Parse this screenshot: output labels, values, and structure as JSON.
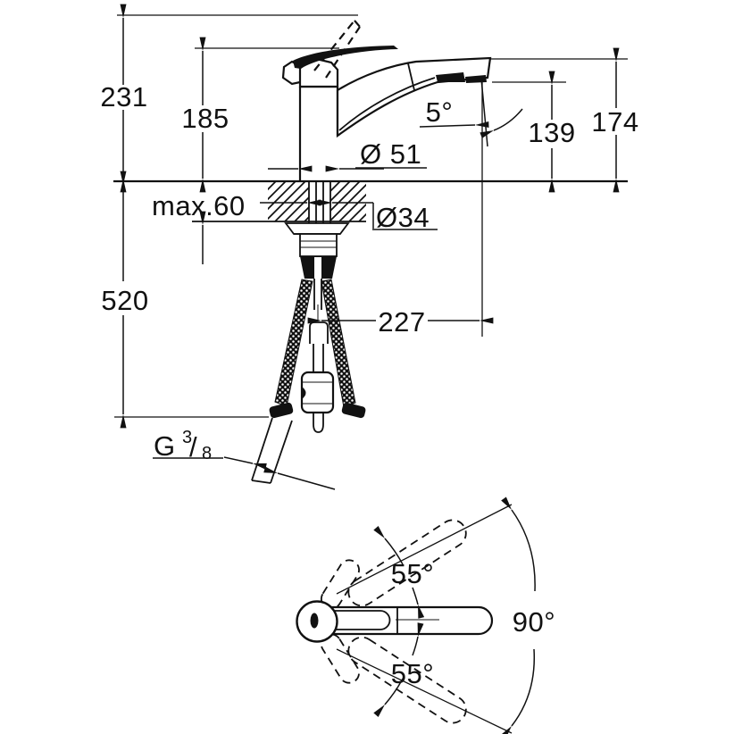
{
  "drawing": {
    "type": "faucet-installation-dimension-drawing",
    "units": "mm",
    "side_view": {
      "labels": {
        "overall_height": "231",
        "body_height": "185",
        "spout_tilt_angle": "5°",
        "outlet_height": "139",
        "spout_top_height": "174",
        "body_diameter": "Ø 51",
        "max_deck_thickness": "max.60",
        "hole_diameter": "Ø34",
        "below_deck_length": "520",
        "spout_reach": "227",
        "thread": {
          "g": "G",
          "numerator": "3",
          "slash": "/",
          "denominator": "8"
        }
      }
    },
    "top_view": {
      "labels": {
        "swivel_up": "55°",
        "swivel_down": "55°",
        "swivel_total": "90°"
      }
    },
    "colors": {
      "line": "#111111",
      "background": "#ffffff"
    }
  }
}
